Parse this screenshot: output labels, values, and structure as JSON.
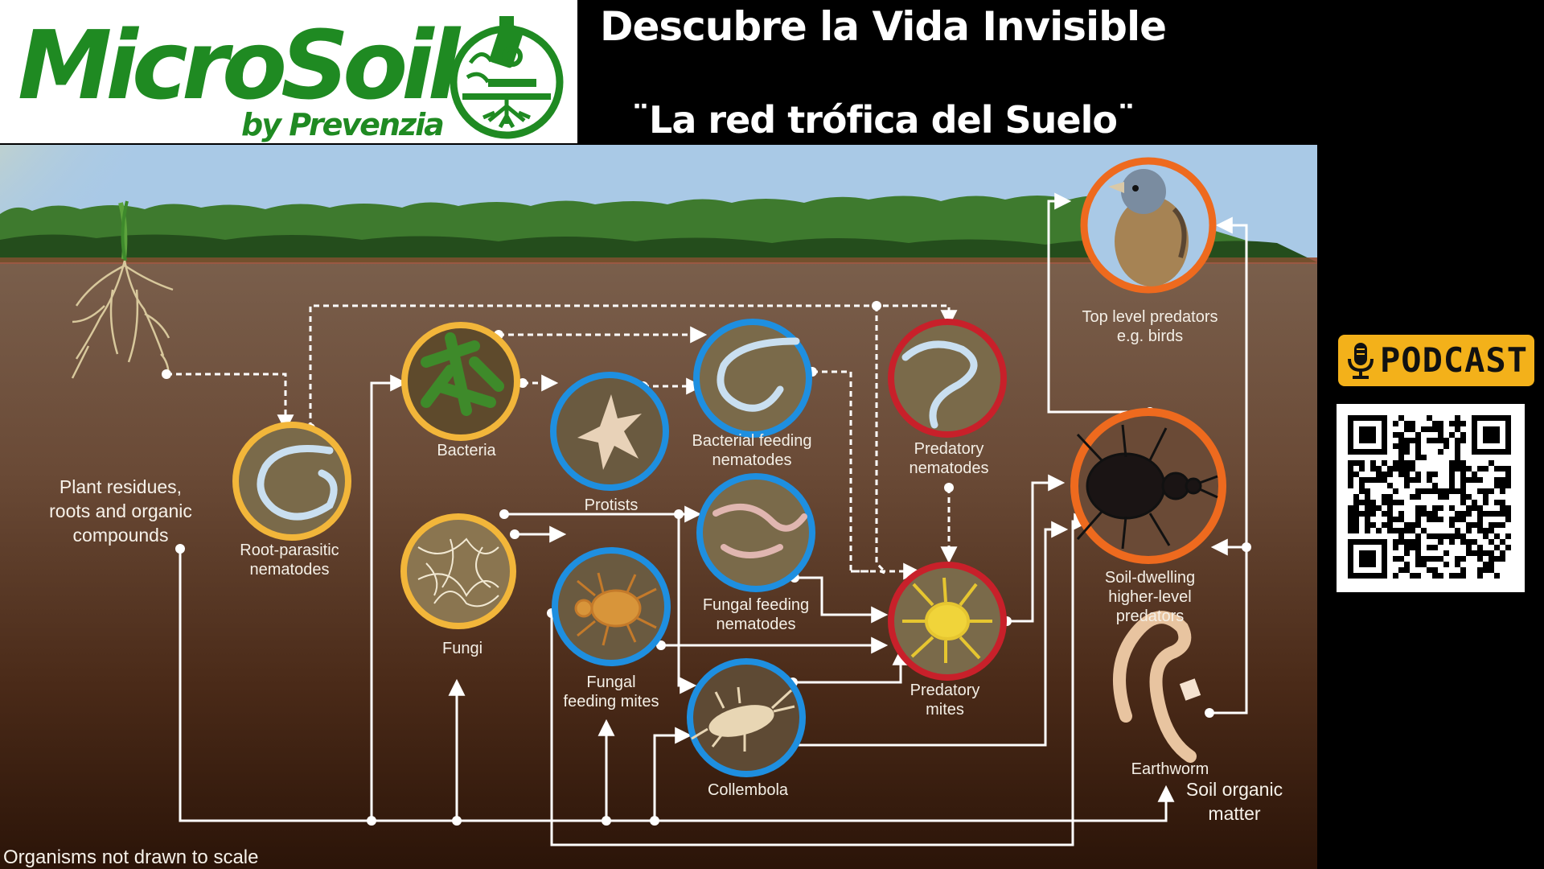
{
  "header": {
    "logo_word": "MicroSoil",
    "logo_by": "by Prevenzia",
    "title": "Descubre la Vida Invisible",
    "subtitle": "¨La red trófica del Suelo¨"
  },
  "diagram": {
    "labels": {
      "plant": "Plant residues,\nroots and organic\ncompounds",
      "root_parasitic": "Root-parasitic\nnematodes",
      "bacteria": "Bacteria",
      "protists": "Protists",
      "bacterial_feeding": "Bacterial feeding\nnematodes",
      "predatory_nematodes": "Predatory\nnematodes",
      "top_predators": "Top level predators\ne.g. birds",
      "soil_predators": "Soil-dwelling\nhigher-level\npredators",
      "fungi": "Fungi",
      "fungal_feeding_nematodes": "Fungal feeding\nnematodes",
      "fungal_mites": "Fungal\nfeeding mites",
      "predatory_mites": "Predatory\nmites",
      "collembola": "Collembola",
      "earthworm": "Earthworm",
      "soil_organic": "Soil organic\nmatter",
      "scale_note": "Organisms not drawn to scale"
    },
    "colors": {
      "ring_yellow": "#f2b63a",
      "ring_blue": "#1e8fe0",
      "ring_red": "#c8202a",
      "ring_orange": "#ee6a1e",
      "sky": "#a9c9e6",
      "soil_top": "#7a5f4c",
      "soil_bottom": "#2b1408",
      "logo_green": "#1f8a22"
    }
  },
  "podcast": {
    "label": "PODCAST",
    "icon": "microphone-icon",
    "qr_icon": "qr-code-icon"
  }
}
